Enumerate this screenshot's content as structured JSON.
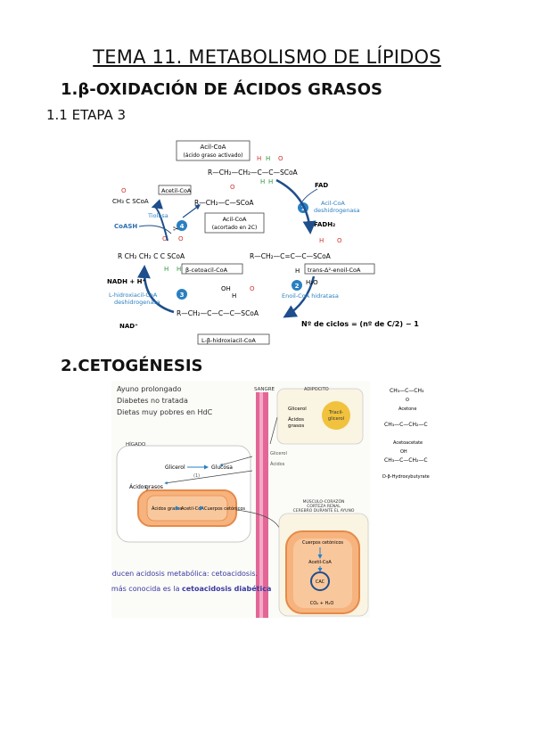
{
  "page": {
    "title": "TEMA 11. METABOLISMO DE LÍPIDOS",
    "section1": "1.β-OXIDACIÓN DE ÁCIDOS GRASOS",
    "subsection1": "1.1 ETAPA 3",
    "section2": "2.CETOGÉNESIS"
  },
  "fig1": {
    "acylcoa_box": [
      "Acil-CoA",
      "(ácido graso activado)"
    ],
    "acylcoa_formula": "R—CH₂—CH₂—C—C—SCoA",
    "fad": "FAD",
    "fadh2": "FADH₂",
    "enzyme1": [
      "Acil-CoA",
      "deshidrogenasa"
    ],
    "trans_label": "trans-Δ²-enoil-CoA",
    "enoyl_formula": "R—CH₂—C=C—C—SCoA",
    "h2o": "H₂O",
    "enzyme2": [
      "Enoil-CoA hidratasa"
    ],
    "hydroxy_formula": "R—CH₂—C—C—C—SCoA",
    "hydroxy_label": "L-β-hidroxiacil-CoA",
    "nadh": "NADH + H⁺",
    "nad": "NAD⁺",
    "enzyme3": [
      "L-hidroxiacil-CoA",
      "deshidrogenasa"
    ],
    "keto_formula": "R  CH₂  CH₂  C  C  SCoA",
    "keto_label": "β-cetoacil-CoA",
    "acetyl_formula": "CH₃  C  SCoA",
    "acetyl_label": "Acetil-CoA",
    "tiolasa": "Tiolasa",
    "coash": "CoASH",
    "center_formula": "R—CH₂—C—SCoA",
    "center_label": [
      "Acil-CoA",
      "(acortado en 2C)"
    ],
    "cycles": "Nº de ciclos = (nº de C/2) − 1",
    "step_numbers": [
      "1",
      "2",
      "3",
      "4"
    ]
  },
  "fig2": {
    "conditions": [
      "Ayuno prolongado",
      "Diabetes no tratada",
      "Dietas muy pobres en HdC"
    ],
    "sangre": "SANGRE",
    "adipocito": "ADIPOCITO",
    "higado": "HÍGADO",
    "glicerol": "Glicerol",
    "acidos_grasos": [
      "Ácidos",
      "grasos"
    ],
    "triacilgliceroles": [
      "Triacil-",
      "glicerol"
    ],
    "glucosa": "Glucosa",
    "mito_items": [
      "Ácidos grasos",
      "Acetil-CoA",
      "Cuerpos cetónicos"
    ],
    "muscle_title": [
      "MÚSCULO-CORAZÓN",
      "CORTEZA RENAL",
      "CEREBRO DURANTE EL AYUNO"
    ],
    "muscle_items": [
      "Cuerpos cetónicos",
      "Acetil-CoA",
      "CAC",
      "CO₂ + H₂O"
    ],
    "acidosis1": "Producen acidosis metabólica: cetoacidosis.",
    "acidosis2_pre": "La más conocida es la ",
    "acidosis2_bold": "cetoacidosis diabética",
    "ketones": [
      "Acetone",
      "Acetoacetate",
      "D-β-Hydroxybutyrate"
    ],
    "small_notes": [
      "(1)"
    ]
  },
  "colors": {
    "arrow_blue": "#1f4e8c",
    "badge_blue": "#2a7fc1",
    "green": "#2b9a3a",
    "red": "#d0342c",
    "vessel_pink": "#e0508a",
    "acidosis_blue": "#3a3aa0",
    "mito_orange": "#e58a4a"
  }
}
